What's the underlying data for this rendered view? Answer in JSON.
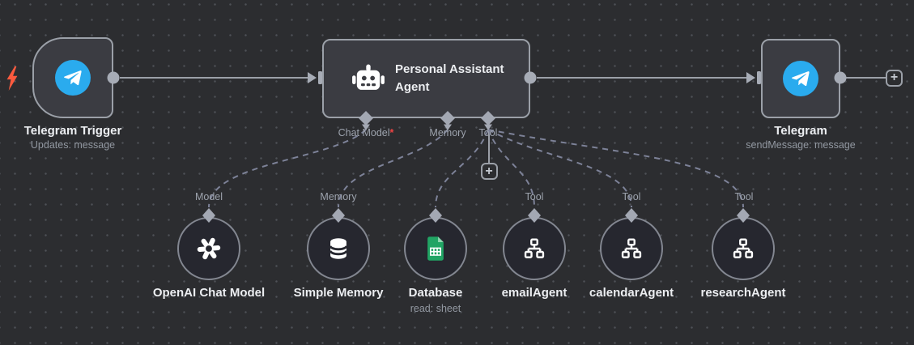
{
  "trigger": {
    "title": "Telegram Trigger",
    "subtitle": "Updates: message",
    "icon": "telegram-icon",
    "badge_icon": "lightning-bolt-icon"
  },
  "agent": {
    "title": "Personal Assistant Agent",
    "icon": "robot-icon",
    "ports": [
      {
        "label": "Chat Model",
        "required_marker": "*"
      },
      {
        "label": "Memory",
        "required_marker": ""
      },
      {
        "label": "Tool",
        "required_marker": ""
      }
    ]
  },
  "telegram_out": {
    "title": "Telegram",
    "subtitle": "sendMessage: message",
    "icon": "telegram-icon"
  },
  "sub_nodes": [
    {
      "title": "OpenAI Chat Model",
      "subtitle": "",
      "port_label": "Model",
      "icon": "openai-icon"
    },
    {
      "title": "Simple Memory",
      "subtitle": "",
      "port_label": "Memory",
      "icon": "database-icon"
    },
    {
      "title": "Database",
      "subtitle": "read: sheet",
      "port_label": "",
      "icon": "google-sheets-icon"
    },
    {
      "title": "emailAgent",
      "subtitle": "",
      "port_label": "Tool",
      "icon": "sitemap-icon"
    },
    {
      "title": "calendarAgent",
      "subtitle": "",
      "port_label": "Tool",
      "icon": "sitemap-icon"
    },
    {
      "title": "researchAgent",
      "subtitle": "",
      "port_label": "Tool",
      "icon": "sitemap-icon"
    }
  ],
  "controls": {
    "plus_label": "+"
  },
  "colors": {
    "canvas_bg": "#2c2d30",
    "node_fill": "#3b3c42",
    "circle_fill": "#26272f",
    "node_border": "#9ba0a8",
    "connection_solid": "#9ba0a8",
    "connection_dashed": "#7d8298",
    "connector_diamond": "#a3a8b3",
    "title_text": "#eceef1",
    "subtitle_text": "#9298a1",
    "telegram_blue": "#2AABEE",
    "sheets_green": "#21A464",
    "lightning_red": "#fb5a3e",
    "required_red": "#ef4444"
  }
}
